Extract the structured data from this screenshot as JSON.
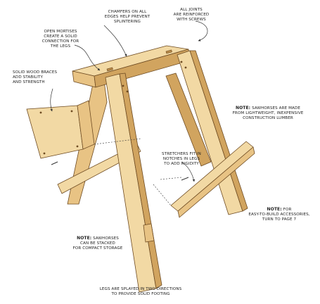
{
  "colors": {
    "wood_light": "#f2d9a4",
    "wood_mid": "#e8c384",
    "wood_dark": "#d1a45f",
    "wood_shadow": "#b98a48",
    "outline": "#6e4b22",
    "leader": "#333333"
  },
  "callouts": {
    "chamfers": "CHAMFERS ON ALL\nEDGES HELP PREVENT\nSPLINTERING",
    "joints": "ALL JOINTS\nARE REINFORCED\nWITH SCREWS",
    "mortises": "OPEN MORTISES\nCREATE A SOLID\nCONNECTION FOR\nTHE LEGS",
    "braces": "SOLID WOOD BRACES\nADD STABILITY\nAND STRENGTH",
    "note_lumber_head": "NOTE:",
    "note_lumber_text": " SAWHORSES ARE MADE\nFROM LIGHTWEIGHT, INEXPENSIVE\nCONSTRUCTION LUMBER",
    "stretchers": "STRETCHERS FIT IN\nNOTCHES IN LEGS\nTO ADD RIGIDITY",
    "note_accessories_head": "NOTE:",
    "note_accessories_text": " FOR\nEASY-TO-BUILD ACCESSORIES,\nTURN TO PAGE 7",
    "note_stacked_head": "NOTE:",
    "note_stacked_text": " SAWHORSES\nCAN BE STACKED\nFOR COMPACT STORAGE",
    "legs": "LEGS ARE SPLAYED IN TWO DIRECTIONS\nTO PROVIDE SOLID FOOTING"
  }
}
